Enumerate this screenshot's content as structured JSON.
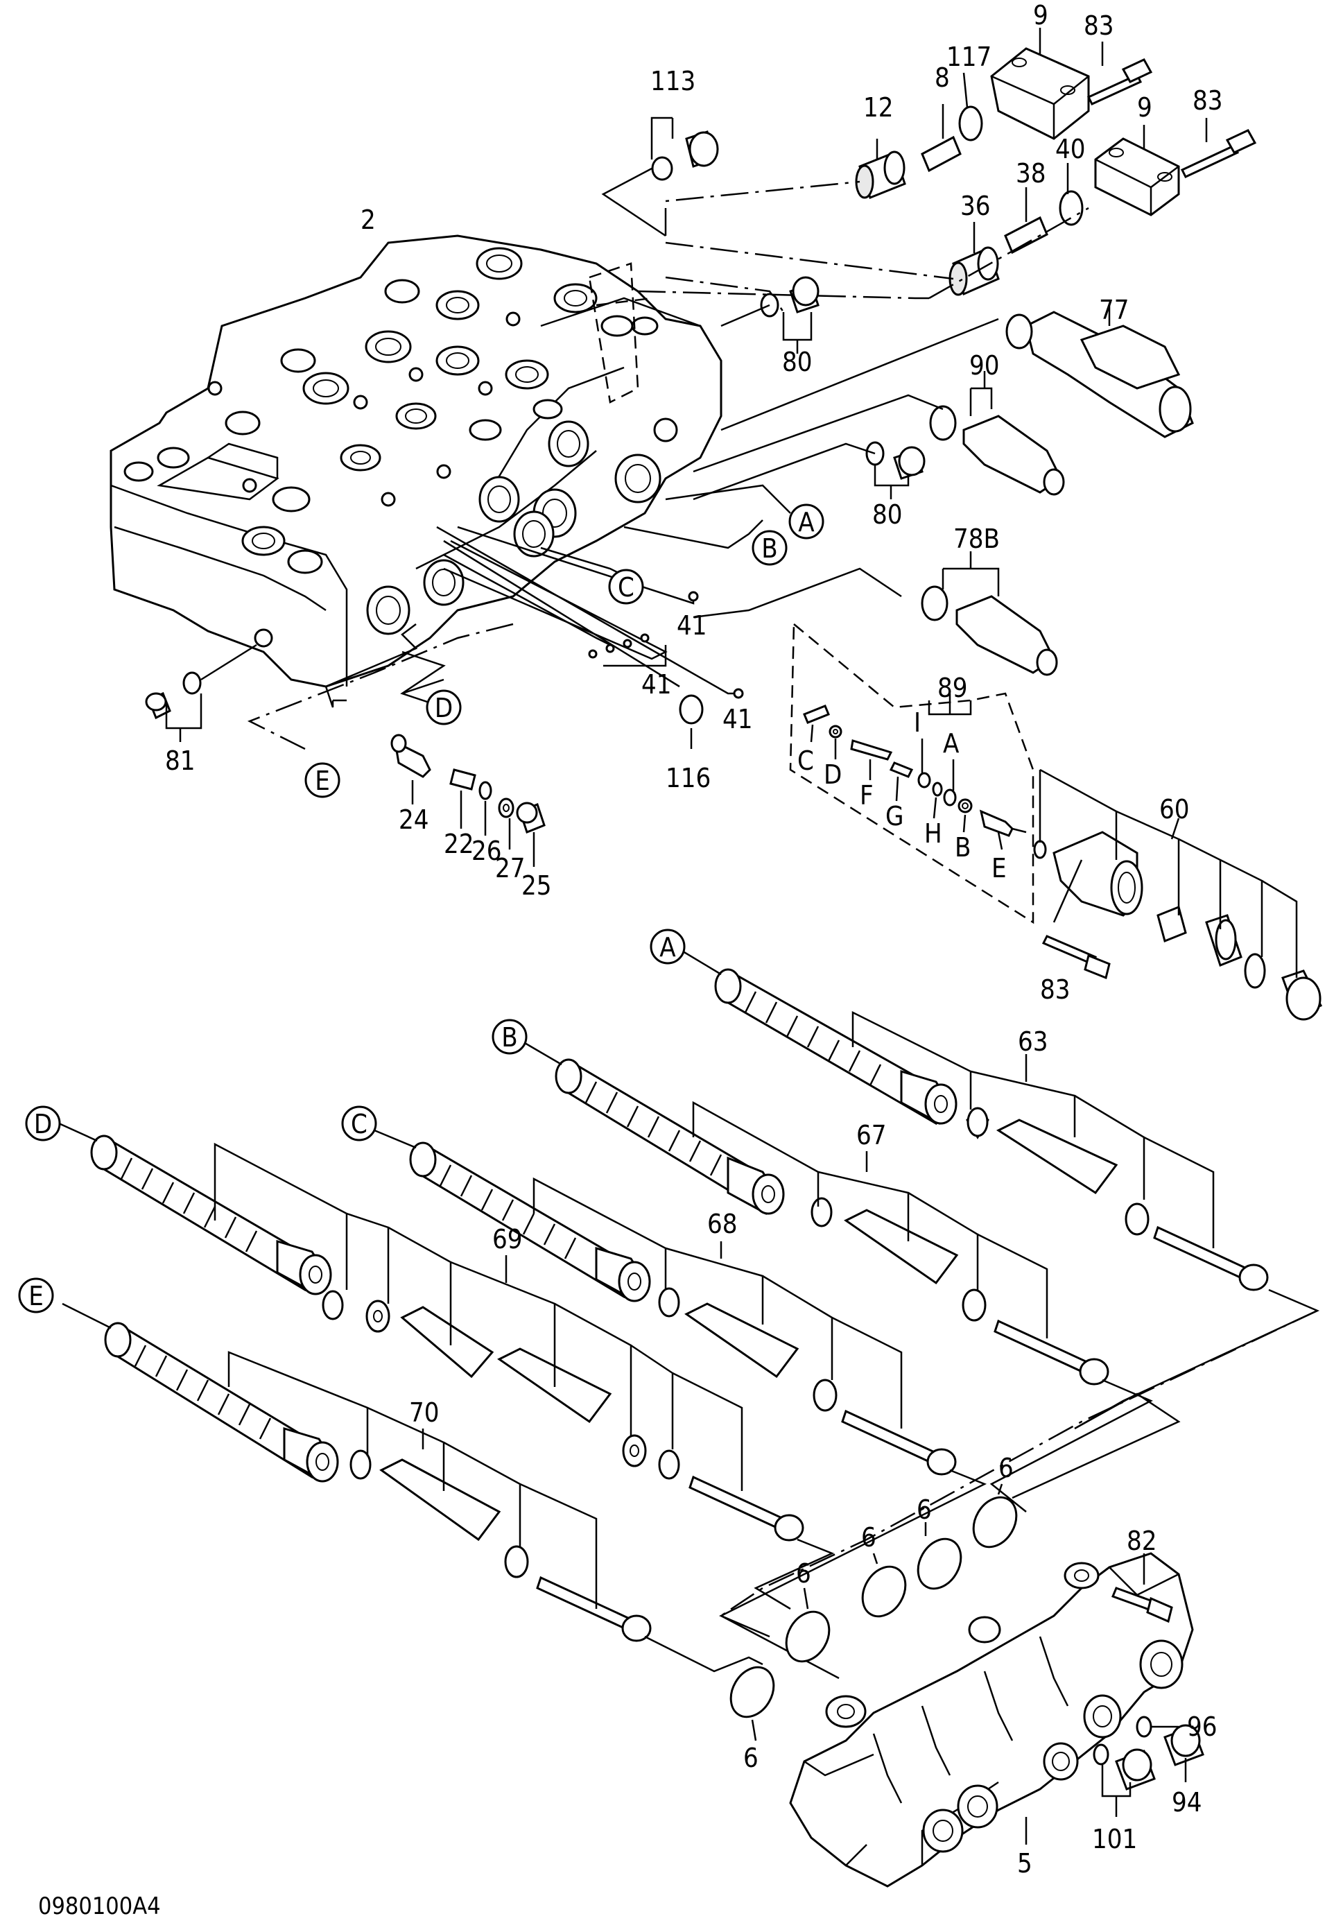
{
  "drawing": {
    "code": "0980100A4"
  },
  "callouts": [
    "A",
    "B",
    "C",
    "D",
    "E"
  ],
  "part_numbers": {
    "p2": "2",
    "p5": "5",
    "p6a": "6",
    "p6b": "6",
    "p6c": "6",
    "p6d": "6",
    "p6e": "6",
    "p8": "8",
    "p9a": "9",
    "p9b": "9",
    "p12": "12",
    "p22": "22",
    "p24": "24",
    "p25": "25",
    "p26": "26",
    "p27": "27",
    "p36": "36",
    "p38": "38",
    "p40": "40",
    "p41a": "41",
    "p41b": "41",
    "p41c": "41",
    "p60": "60",
    "p63": "63",
    "p67": "67",
    "p68": "68",
    "p69": "69",
    "p70": "70",
    "p77": "77",
    "p78b": "78B",
    "p80a": "80",
    "p80b": "80",
    "p81": "81",
    "p82": "82",
    "p83a": "83",
    "p83b": "83",
    "p83c": "83",
    "p89": "89",
    "p90": "90",
    "p94": "94",
    "p96": "96",
    "p101": "101",
    "p113": "113",
    "p116": "116",
    "p117": "117"
  },
  "sub_parts_89": {
    "a": "A",
    "b": "B",
    "c": "C",
    "d": "D",
    "e": "E",
    "f": "F",
    "g": "G",
    "h": "H",
    "i": "I"
  }
}
